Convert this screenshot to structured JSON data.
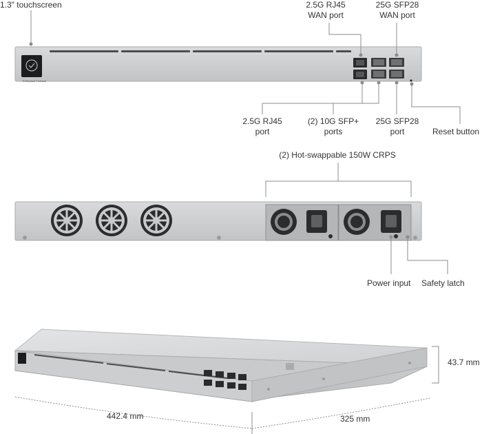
{
  "front": {
    "touchscreen_label": "1.3\" touchscreen",
    "wan_rj45_line1": "2.5G RJ45",
    "wan_rj45_line2": "WAN port",
    "wan_sfp28_line1": "25G SFP28",
    "wan_sfp28_line2": "WAN port",
    "rj45_line1": "2.5G RJ45",
    "rj45_line2": "port",
    "sfp_line1": "(2) 10G SFP+",
    "sfp_line2": "ports",
    "sfp28_line1": "25G SFP28",
    "sfp28_line2": "port",
    "reset_label": "Reset button",
    "device_name": "Enterprise Fortress"
  },
  "rear": {
    "psu_label": "(2) Hot-swappable 150W CRPS",
    "power_input_label": "Power input",
    "safety_latch_label": "Safety latch"
  },
  "dimensions": {
    "height": "43.7 mm",
    "width": "442.4 mm",
    "depth": "325 mm"
  },
  "colors": {
    "chassis": "#c8c9cb",
    "chassis_dark": "#a9abad",
    "leader": "#8a8c8e"
  }
}
